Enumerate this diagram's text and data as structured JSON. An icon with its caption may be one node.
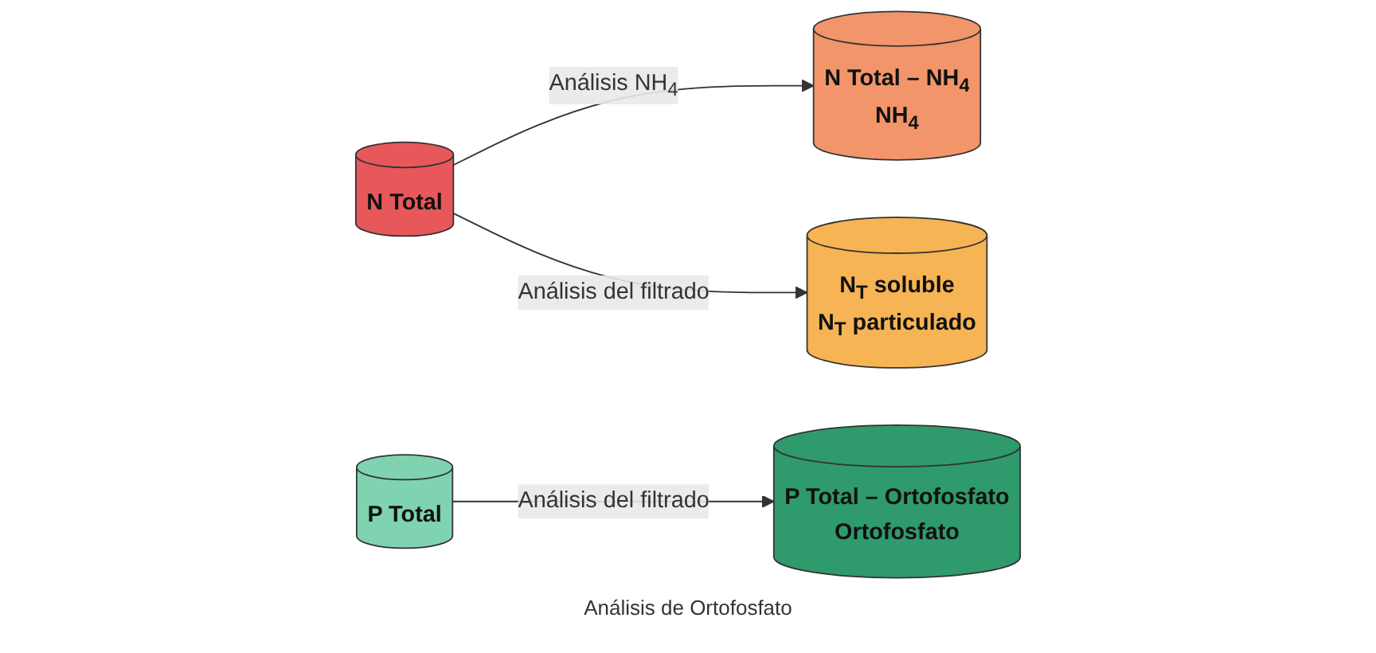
{
  "diagram": {
    "nodes": [
      {
        "text": [
          "N Total"
        ]
      },
      {
        "text": [
          "N Total – NH$_{4}$",
          "NH$_{4}$"
        ]
      },
      {
        "text": [
          "N$_{T}$ soluble",
          "N$_{T}$ particulado"
        ]
      },
      {
        "text": [
          "P Total"
        ]
      },
      {
        "text": [
          "P Total – Ortofosfato",
          "Ortofosfato"
        ]
      }
    ],
    "edges": [
      {
        "from": 0,
        "to": 1,
        "arrow": "to",
        "label": "Análisis NH$_{4}$"
      },
      {
        "from": 0,
        "to": 2,
        "arrow": "to",
        "label": "Análisis del filtrado"
      },
      {
        "from": 3,
        "to": 4,
        "arrow": "to",
        "label": "Análisis del filtrado"
      }
    ],
    "labels": [
      "Análisis de Ortofosfato"
    ]
  }
}
